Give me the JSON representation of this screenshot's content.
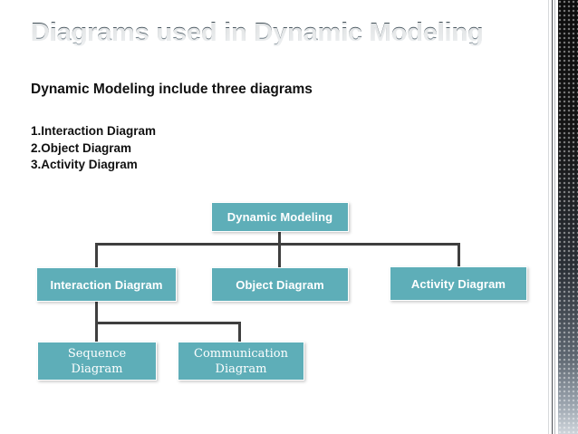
{
  "slide": {
    "title": "Diagrams used in Dynamic Modeling",
    "intro": "Dynamic Modeling include three diagrams",
    "bullets": [
      "1.Interaction Diagram",
      "2.Object Diagram",
      "3.Activity Diagram"
    ]
  },
  "diagram": {
    "root": {
      "label": "Dynamic Modeling"
    },
    "level2": [
      {
        "label": "Interaction Diagram"
      },
      {
        "label": "Object Diagram"
      },
      {
        "label": "Activity Diagram"
      }
    ],
    "level3": [
      {
        "line1": "Sequence",
        "line2": "Diagram"
      },
      {
        "line1": "Communication",
        "line2": "Diagram"
      }
    ]
  },
  "colors": {
    "node_fill": "#5eaeb8",
    "node_text": "#ffffff",
    "connector": "#3f3f3f",
    "title_text": "#4d5a62",
    "body_text": "#111111",
    "background": "#ffffff"
  }
}
